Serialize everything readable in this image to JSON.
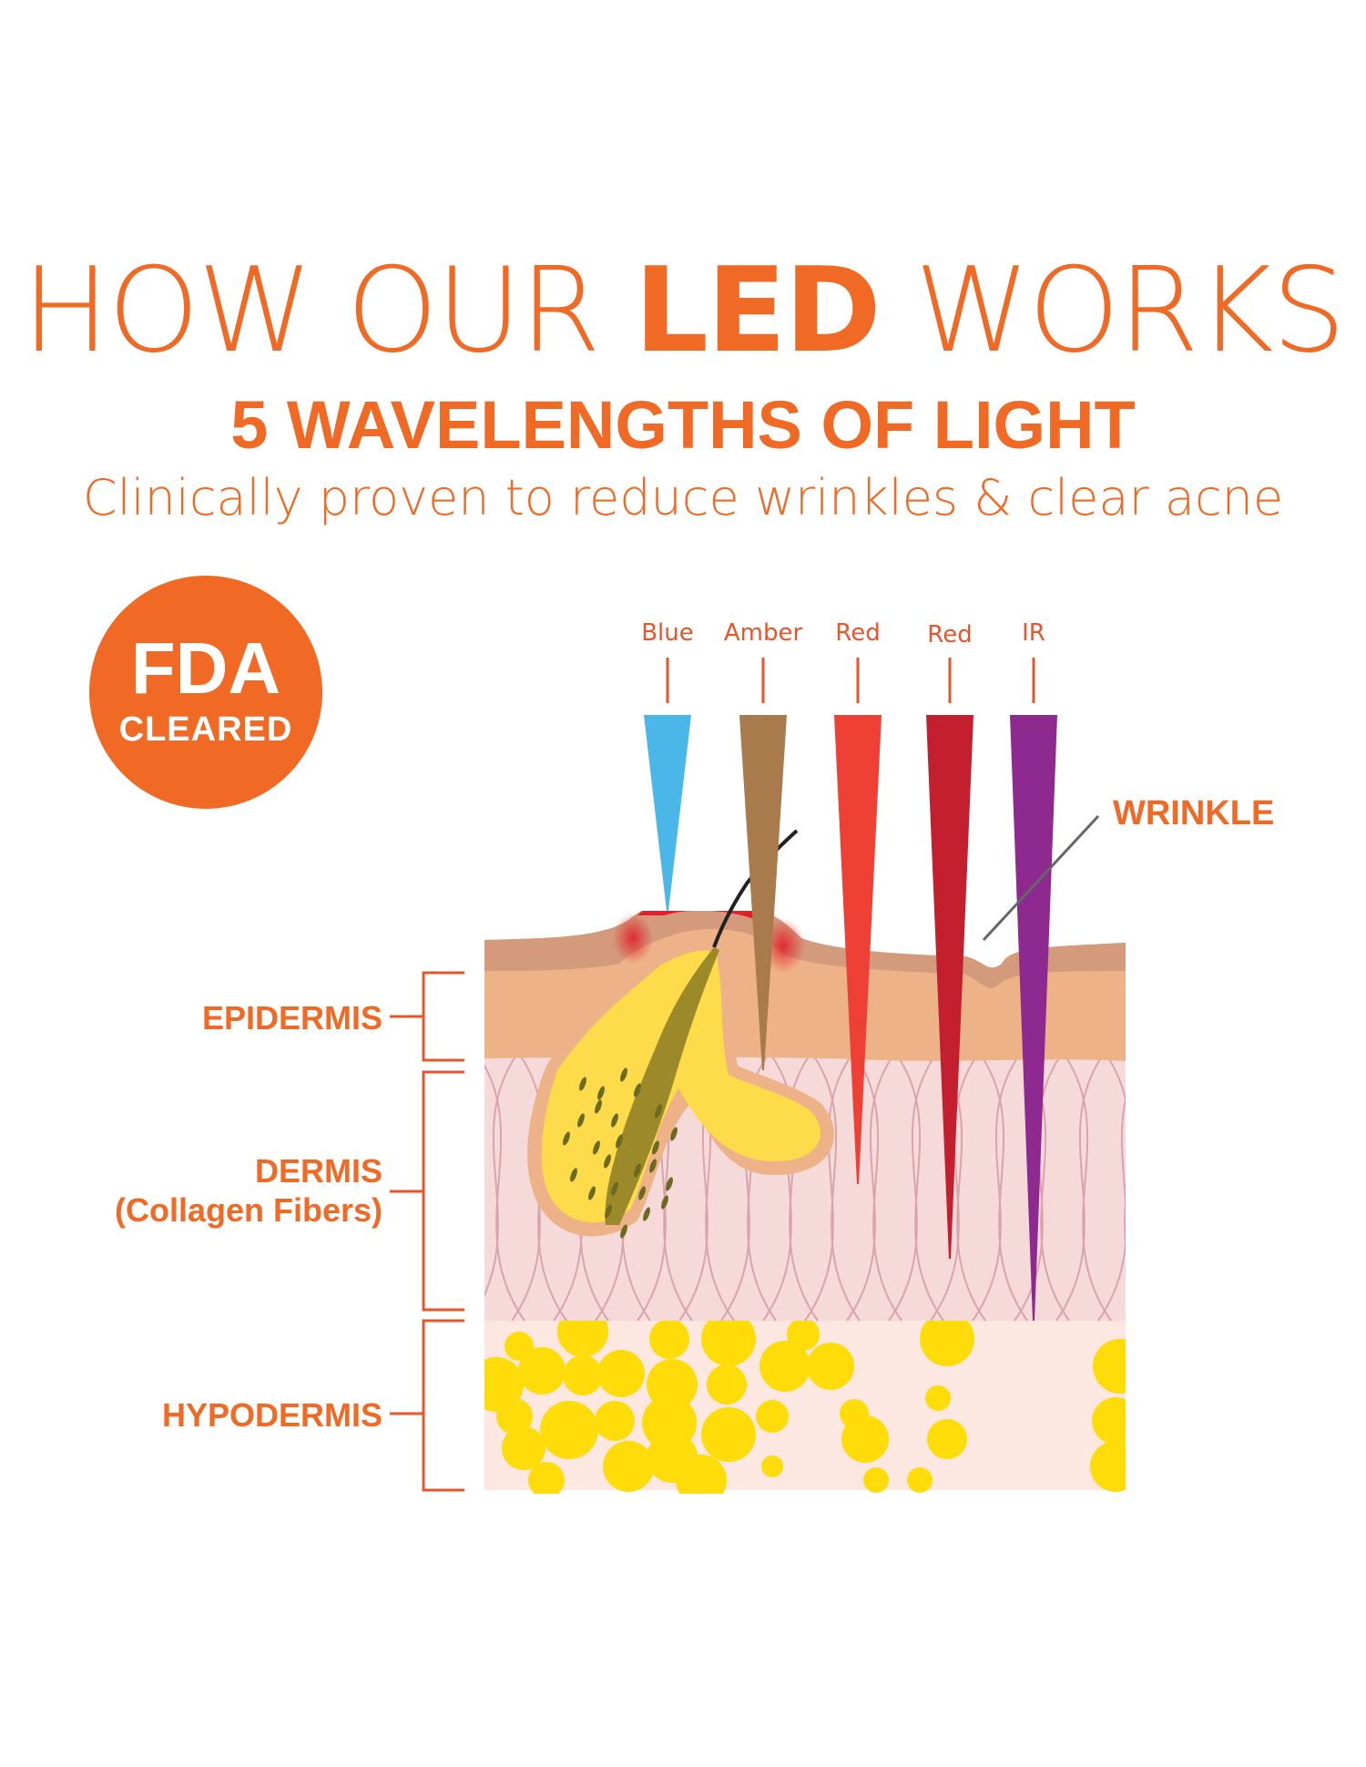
{
  "header": {
    "title_pre": "HOW OUR ",
    "title_bold": "LED",
    "title_post": " WORKS",
    "subtitle": "5 WAVELENGTHS OF LIGHT",
    "tagline": "Clinically proven to reduce wrinkles & clear acne"
  },
  "badge": {
    "line1": "FDA",
    "line2": "CLEARED",
    "color": "#f06a25"
  },
  "wavelengths": [
    {
      "label": "Blue",
      "color": "#4bb6e8"
    },
    {
      "label": "Amber",
      "color": "#a87a4c"
    },
    {
      "label": "Red",
      "color": "#ee4034"
    },
    {
      "label": "Red",
      "color": "#c41f2e"
    },
    {
      "label": "IR",
      "color": "#8e2a8f"
    }
  ],
  "annotations": {
    "wrinkle": "WRINKLE"
  },
  "layers": {
    "epidermis": "EPIDERMIS",
    "dermis": "DERMIS",
    "dermis_sub": "(Collagen Fibers)",
    "hypodermis": "HYPODERMIS"
  },
  "colors": {
    "accent": "#f06a25",
    "epidermis_top": "#d39a7c",
    "epidermis": "#edb287",
    "dermis": "#f6dada",
    "collagen": "#d9a3ae",
    "hypodermis_bg": "#fce8e0",
    "fat": "#fddc0a",
    "sebaceous": "#fddb4a",
    "hair": "#9c8a2a",
    "inflammation": "#e3202a"
  }
}
